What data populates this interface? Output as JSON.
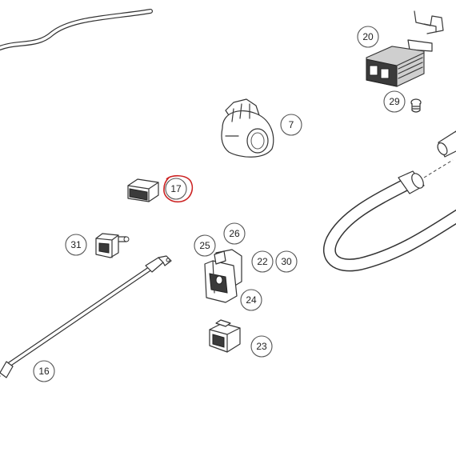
{
  "callouts": [
    {
      "id": "20",
      "label": "20"
    },
    {
      "id": "29",
      "label": "29"
    },
    {
      "id": "7",
      "label": "7"
    },
    {
      "id": "17",
      "label": "17",
      "highlighted": true
    },
    {
      "id": "31",
      "label": "31"
    },
    {
      "id": "26",
      "label": "26"
    },
    {
      "id": "25",
      "label": "25"
    },
    {
      "id": "22",
      "label": "22"
    },
    {
      "id": "30",
      "label": "30"
    },
    {
      "id": "24",
      "label": "24"
    },
    {
      "id": "23",
      "label": "23"
    },
    {
      "id": "16",
      "label": "16"
    }
  ],
  "colors": {
    "line": "#3a3a3a",
    "highlight": "#cc2222",
    "background": "#ffffff"
  }
}
